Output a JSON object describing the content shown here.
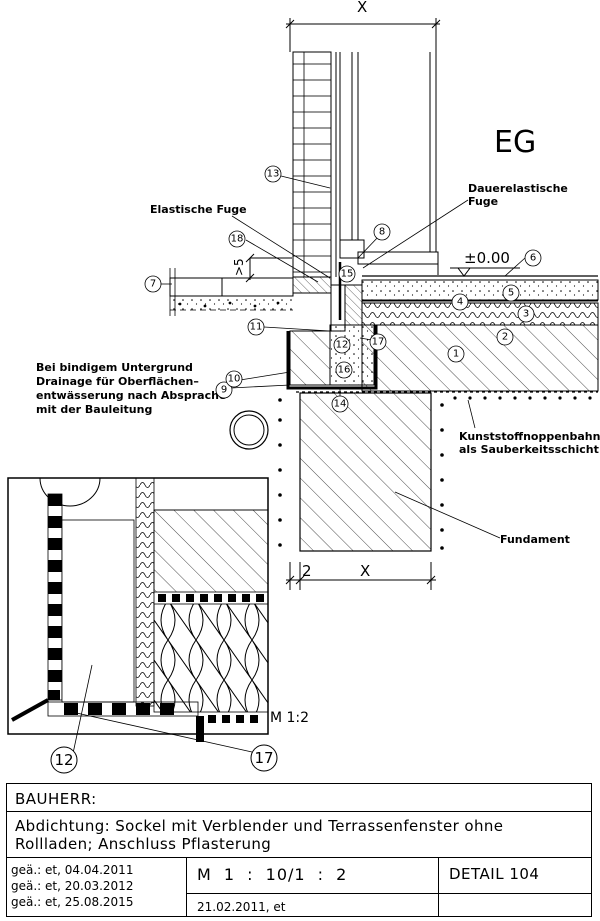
{
  "drawing": {
    "floor_label": "EG",
    "dimension_top": "X",
    "dimension_bottom_x": "X",
    "dimension_bottom_2": "2",
    "level": "±0.00",
    "offset_label": ">5",
    "elastic_joint": "Elastische Fuge",
    "permanent_elastic_joint": [
      "Dauerelastische",
      "Fuge"
    ],
    "drainage_note": [
      "Bei bindigem Untergrund",
      "Drainage für Oberflächen–",
      "entwässerung nach Absprache",
      "mit der Bauleitung"
    ],
    "dimpled_membrane": [
      "Kunststoffnoppenbahn",
      "als Sauberkeitsschicht"
    ],
    "foundation": "Fundament",
    "detail_scale": "M  1:2",
    "markers": [
      "1",
      "2",
      "3",
      "4",
      "5",
      "6",
      "7",
      "8",
      "9",
      "10",
      "11",
      "12",
      "13",
      "14",
      "15",
      "16",
      "17",
      "18"
    ],
    "detail_markers": [
      "12",
      "17"
    ]
  },
  "title_block": {
    "owner_label": "BAUHERR:",
    "description_line1": "Abdichtung: Sockel mit Verblender und Terrassenfenster ohne",
    "description_line2": "Rollladen; Anschluss Pflasterung",
    "revisions": [
      "geä.: et, 04.04.2011",
      "geä.: et, 20.03.2012",
      "geä.: et, 25.08.2015"
    ],
    "scale": "M   1 : 10/1 : 2",
    "detail": "DETAIL 104",
    "date": "21.02.2011, et"
  }
}
